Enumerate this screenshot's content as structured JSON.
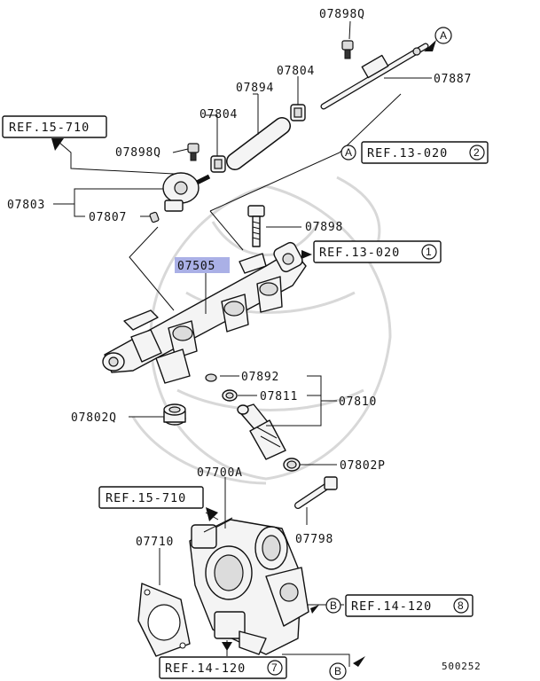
{
  "parts": {
    "p07898q_top": "07898Q",
    "p07887": "07887",
    "p07804_a": "07804",
    "p07894": "07894",
    "p07804_b": "07804",
    "p07898q_mid": "07898Q",
    "p07803": "07803",
    "p07807": "07807",
    "p07898": "07898",
    "p07505": "07505",
    "p07892": "07892",
    "p07811": "07811",
    "p07810": "07810",
    "p07802q": "07802Q",
    "p07802p": "07802P",
    "p07700a": "07700A",
    "p07798": "07798",
    "p07710": "07710"
  },
  "refs": {
    "ref_15_710_top": "REF.15-710",
    "ref_13_020_2": "REF.13-020",
    "ref_13_020_2_num": "2",
    "ref_13_020_1": "REF.13-020",
    "ref_13_020_1_num": "1",
    "ref_15_710_bottom": "REF.15-710",
    "ref_14_120_8": "REF.14-120",
    "ref_14_120_8_num": "8",
    "ref_14_120_7": "REF.14-120",
    "ref_14_120_7_num": "7"
  },
  "connectors": {
    "a_top": "A",
    "a_mid": "A",
    "b_right": "B",
    "b_bottom": "B"
  },
  "diagram_number": "500252",
  "highlight_color": "#aab0e6"
}
